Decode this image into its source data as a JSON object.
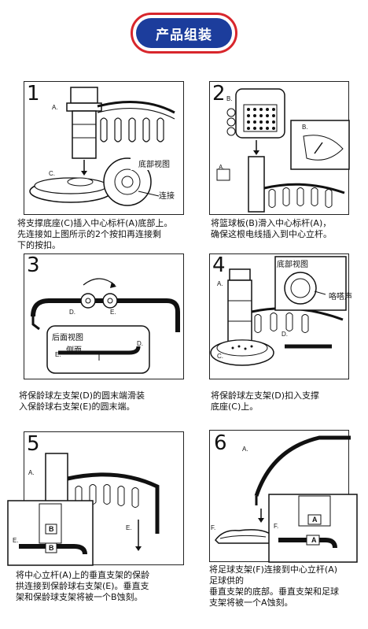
{
  "header": {
    "title": "产品组装"
  },
  "steps": [
    {
      "number": "1",
      "caption": "将支撑底座(C)插入中心标杆(A)底部上。\n先连接如上图所示的2个按扣再连接剩\n下的按扣。",
      "callout": "底部视图",
      "pointer": "连接",
      "labels": [
        "A.",
        "C."
      ]
    },
    {
      "number": "2",
      "caption": "将篮球板(B)滑入中心标杆(A)，\n确保这根电线插入到中心立杆。",
      "labels": [
        "B.",
        "B.",
        "A."
      ]
    },
    {
      "number": "3",
      "caption": "将保龄球左支架(D)的圆末端滑装\n入保龄球右支架(E)的圆末端。",
      "callout": "后面视图",
      "pointer": "侧面",
      "labels": [
        "D.",
        "E.",
        "D.",
        "E."
      ]
    },
    {
      "number": "4",
      "caption": "将保龄球左支架(D)扣入支撑\n底座(C)上。",
      "callout": "底部视图",
      "pointer": "咯嗒声",
      "labels": [
        "A.",
        "D.",
        "C."
      ]
    },
    {
      "number": "5",
      "caption": "将中心立杆(A)上的垂直支架的保龄\n拱连接到保龄球右支架(E)。垂直支\n架和保龄球支架将被一个B蚀刻。",
      "labels": [
        "A.",
        "E.",
        "E."
      ],
      "marks": [
        "B",
        "B"
      ]
    },
    {
      "number": "6",
      "caption": "将足球支架(F)连接到中心立杆(A)\n足球供的\n垂直支架的底部。垂直支架和足球\n支架将被一个A蚀刻。",
      "labels": [
        "A.",
        "F.",
        "F."
      ],
      "marks": [
        "A",
        "A"
      ]
    }
  ]
}
